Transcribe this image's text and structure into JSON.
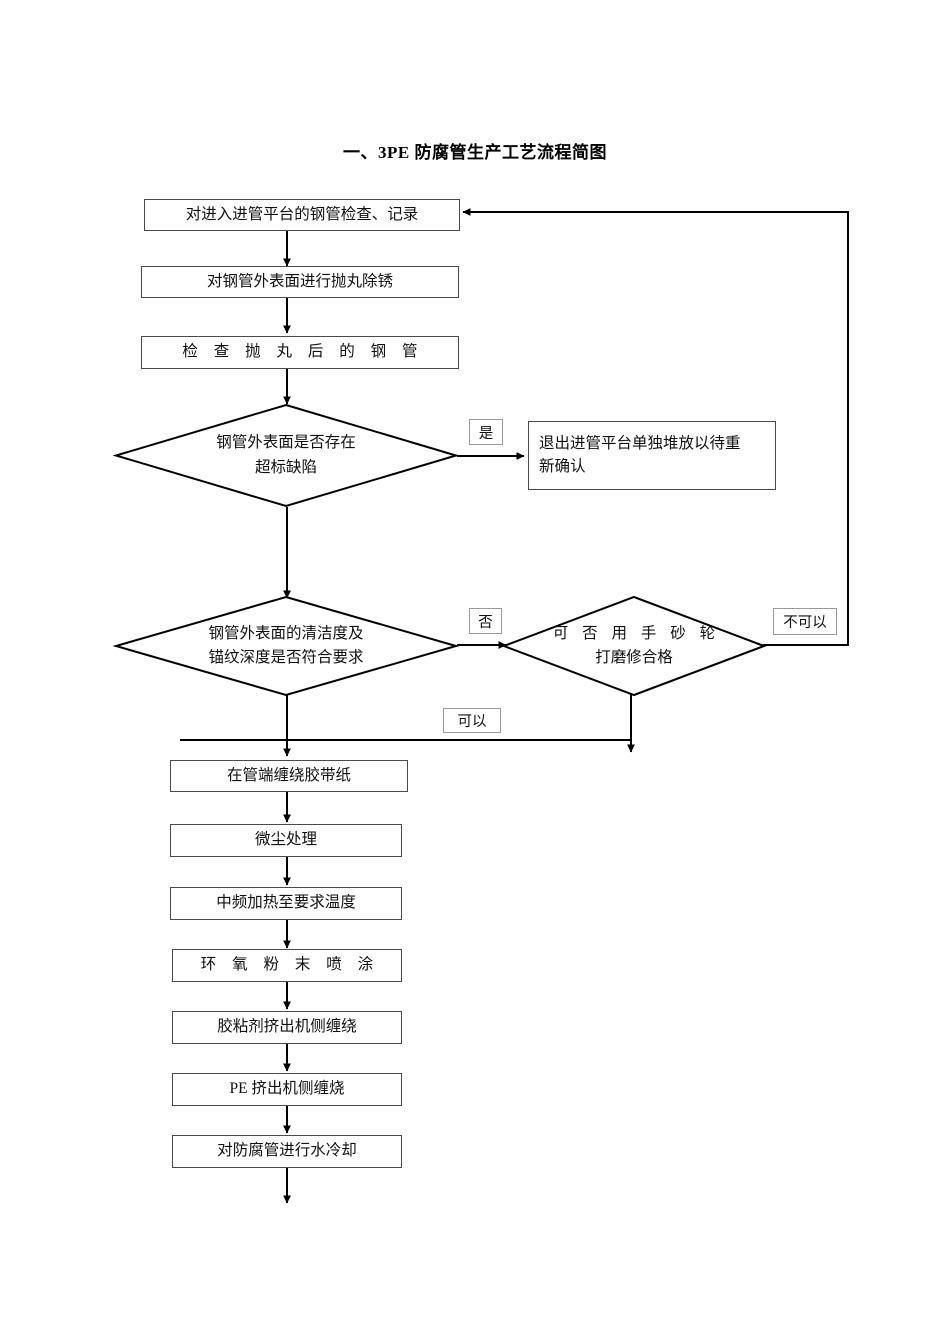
{
  "document": {
    "title": "一、3PE 防腐管生产工艺流程简图"
  },
  "flowchart": {
    "type": "process-flow-diagram",
    "orientation": "top-to-bottom",
    "nodes": [
      {
        "id": "n1",
        "shape": "rectangle",
        "text": "对进入进管平台的钢管检查、记录"
      },
      {
        "id": "n2",
        "shape": "rectangle",
        "text": "对钢管外表面进行抛丸除锈"
      },
      {
        "id": "n3",
        "shape": "rectangle",
        "text": "检 查 抛 丸 后 的 钢 管"
      },
      {
        "id": "d1",
        "shape": "diamond",
        "line1": "钢管外表面是否存在",
        "line2": "超标缺陷"
      },
      {
        "id": "n4",
        "shape": "rectangle",
        "line1": "退出进管平台单独堆放以待重",
        "line2": "新确认"
      },
      {
        "id": "d2",
        "shape": "diamond",
        "line1": "钢管外表面的清洁度及",
        "line2": "锚纹深度是否符合要求"
      },
      {
        "id": "d3",
        "shape": "diamond",
        "line1": "可 否 用 手 砂 轮",
        "line2": "打磨修合格"
      },
      {
        "id": "n5",
        "shape": "rectangle",
        "text": "在管端缠绕胶带纸"
      },
      {
        "id": "n6",
        "shape": "rectangle",
        "text": "微尘处理"
      },
      {
        "id": "n7",
        "shape": "rectangle",
        "text": "中频加热至要求温度"
      },
      {
        "id": "n8",
        "shape": "rectangle",
        "text": "环 氧 粉 末 喷 涂"
      },
      {
        "id": "n9",
        "shape": "rectangle",
        "text": "胶粘剂挤出机侧缠绕"
      },
      {
        "id": "n10",
        "shape": "rectangle",
        "text": "PE 挤出机侧缠烧"
      },
      {
        "id": "n11",
        "shape": "rectangle",
        "text": "对防腐管进行水冷却"
      }
    ],
    "edge_labels": [
      {
        "id": "e_yes1",
        "text": "是",
        "from": "d1",
        "to": "n4"
      },
      {
        "id": "e_no1",
        "text": "否",
        "from": "d2",
        "to": "d3"
      },
      {
        "id": "e_can",
        "text": "可以",
        "from": "d3",
        "to": "n5"
      },
      {
        "id": "e_cannot",
        "text": "不可以",
        "from": "d3",
        "to": "n1"
      }
    ],
    "colors": {
      "line": "#000000",
      "node_border": "#4a4a4a",
      "label_border": "#9a9a9a",
      "background": "#ffffff",
      "text": "#111111"
    }
  }
}
